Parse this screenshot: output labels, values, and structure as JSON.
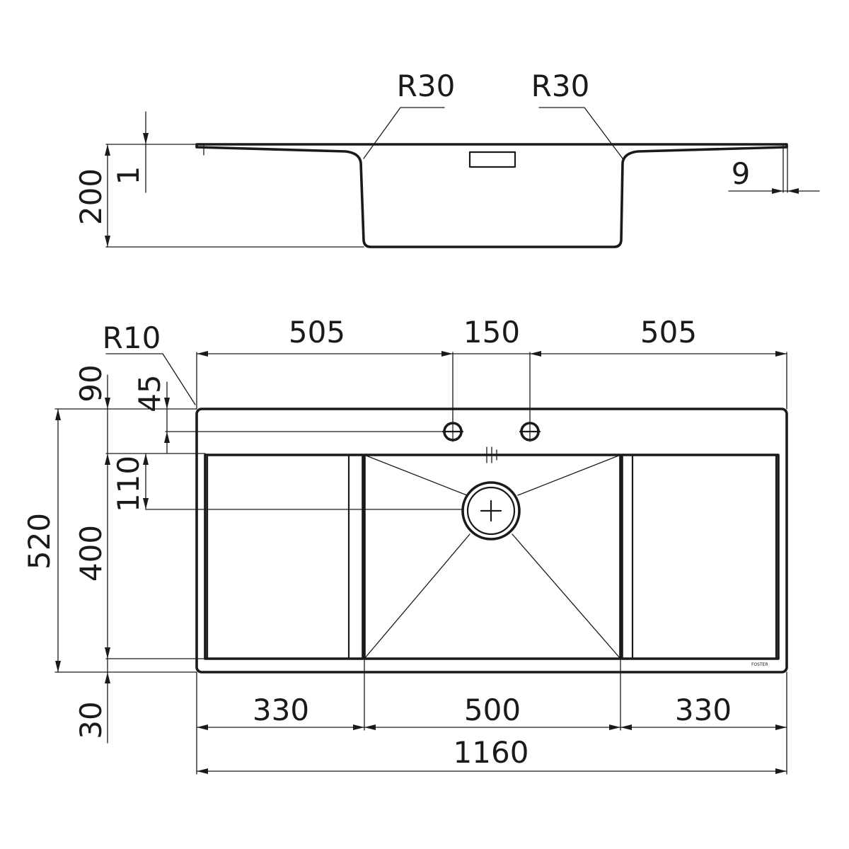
{
  "side_view": {
    "height_total": "200",
    "deck_thickness": "1",
    "radius_left": "R30",
    "radius_right": "R30",
    "edge_drop": "9"
  },
  "top_view": {
    "corner_radius": "R10",
    "tap_offset_left": "505",
    "tap_spacing": "150",
    "tap_offset_right": "505",
    "back_margin": "90",
    "tap_hole_line": "45",
    "drain_offset": "110",
    "total_depth": "520",
    "bowl_depth": "400",
    "front_margin": "30",
    "drainer_left": "330",
    "bowl_width": "500",
    "drainer_right": "330",
    "total_width": "1160",
    "brand_mark": "FOSTER"
  }
}
